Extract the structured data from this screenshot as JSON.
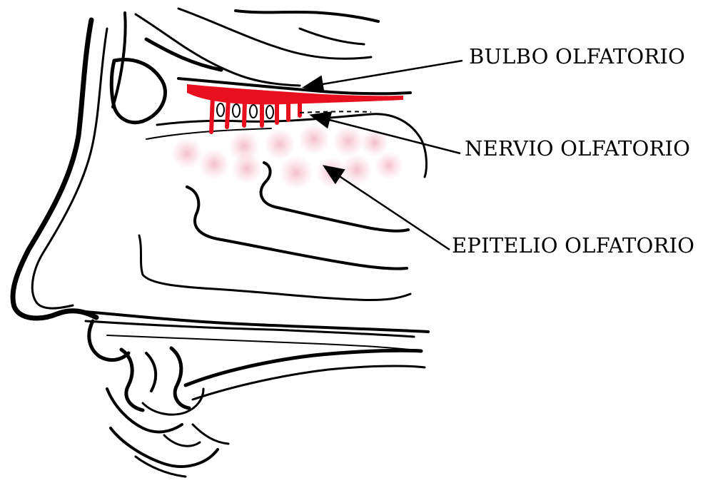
{
  "labels": {
    "bulbo": "BULBO OLFATORIO",
    "nervio": "NERVIO OLFATORIO",
    "epitelio": "EPITELIO OLFATORIO"
  },
  "colors": {
    "outline": "#000000",
    "bulb_red": "#e8101f",
    "epithelium_pink": "#f7c9d6",
    "background": "#ffffff"
  }
}
